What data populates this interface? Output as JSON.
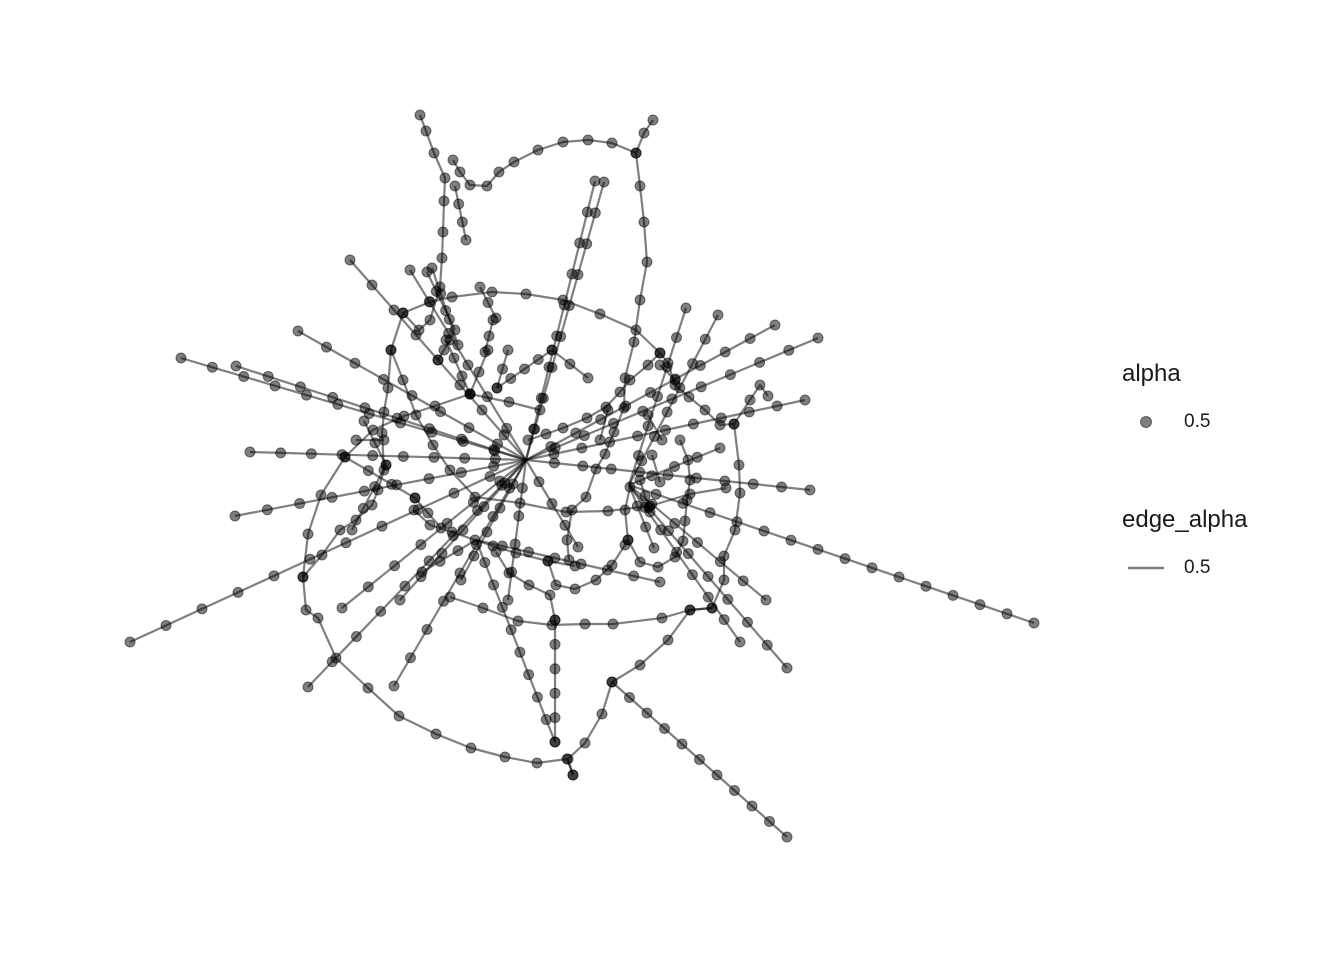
{
  "legend": {
    "node_title": "alpha",
    "node_value": "0.5",
    "edge_title": "edge_alpha",
    "edge_value": "0.5"
  },
  "style": {
    "node_color": "#000000",
    "edge_color": "#000000",
    "node_alpha": 0.5,
    "edge_alpha": 0.5
  }
}
